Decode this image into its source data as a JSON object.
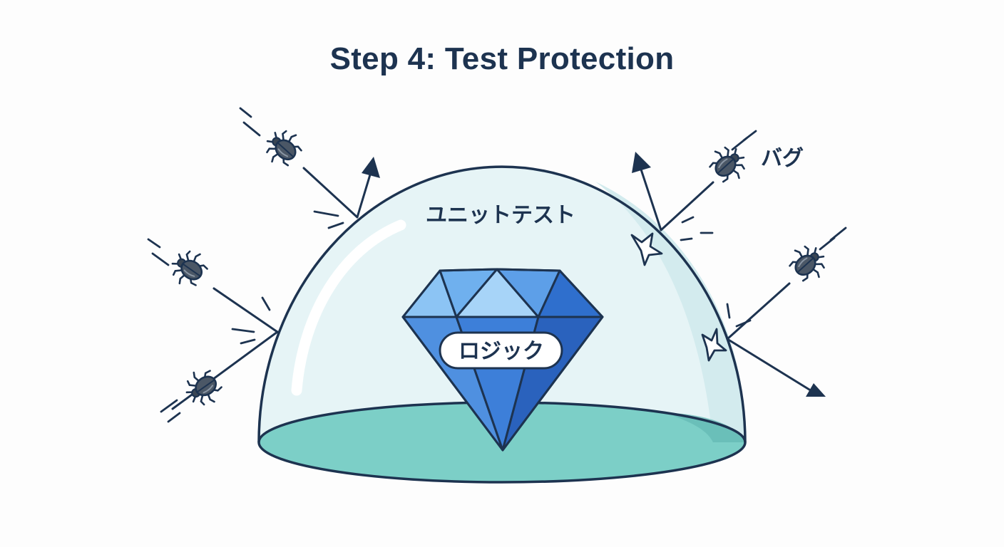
{
  "title": "Step 4: Test Protection",
  "labels": {
    "shield": "ユニットテスト",
    "core": "ロジック",
    "bug": "バグ"
  },
  "icons": [
    "bug-icon",
    "diamond-icon",
    "glass-dome-icon",
    "arrow-icon",
    "impact-spark-icon"
  ],
  "colors": {
    "ink": "#1d3350",
    "dome_glass": "#e6f4f6",
    "dome_base": "#7ccfc7",
    "diamond_blue": "#3d7fd9",
    "diamond_light": "#8cc4f4",
    "bug_body": "#3a4654"
  }
}
